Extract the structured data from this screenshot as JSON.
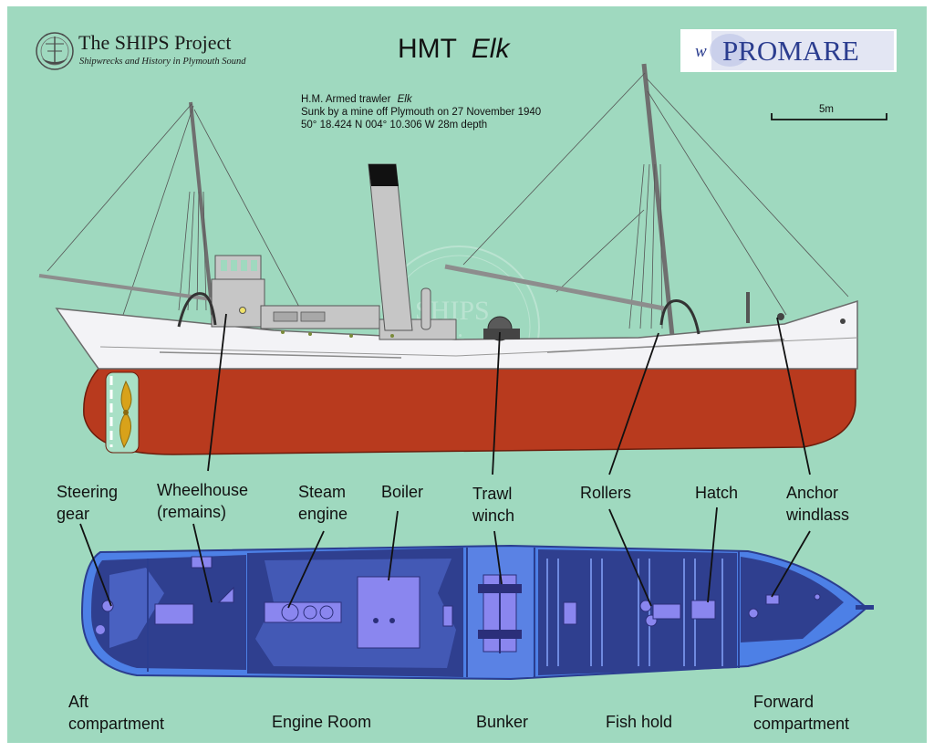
{
  "header": {
    "org_title": "The SHIPS Project",
    "org_subtitle": "Shipwrecks and History in Plymouth Sound",
    "title_prefix": "HMT",
    "title_name": "Elk",
    "partner_logo_mark": "w",
    "partner_logo_text": "PROMARE"
  },
  "info": {
    "line1_prefix": "H.M. Armed trawler",
    "line1_name": "Elk",
    "line2": "Sunk by a mine off Plymouth on 27 November 1940",
    "line3": "50° 18.424 N  004° 10.306 W  28m depth"
  },
  "scale": {
    "label": "5m"
  },
  "labels": {
    "steering_gear": [
      "Steering",
      "gear"
    ],
    "wheelhouse": [
      "Wheelhouse",
      "(remains)"
    ],
    "steam_engine": [
      "Steam",
      "engine"
    ],
    "boiler": [
      "Boiler"
    ],
    "trawl_winch": [
      "Trawl",
      "winch"
    ],
    "rollers": [
      "Rollers"
    ],
    "hatch": [
      "Hatch"
    ],
    "anchor_windlass": [
      "Anchor",
      "windlass"
    ]
  },
  "compartments": {
    "aft": [
      "Aft",
      "compartment"
    ],
    "engine_room": "Engine Room",
    "bunker": "Bunker",
    "fish_hold": "Fish hold",
    "forward": [
      "Forward",
      "compartment"
    ]
  },
  "watermark": {
    "line1": "SHIPS",
    "line2": "Project"
  },
  "colors": {
    "background": "#9fd9bf",
    "hull_red": "#b83a1e",
    "hull_white": "#f3f3f6",
    "superstructure": "#c6c6c6",
    "deck_plan": "#4d80e6",
    "deck_dark": "#2f3f8f"
  },
  "icons": {
    "org_logo": "ship-compass-icon",
    "propeller": "propeller-icon"
  }
}
